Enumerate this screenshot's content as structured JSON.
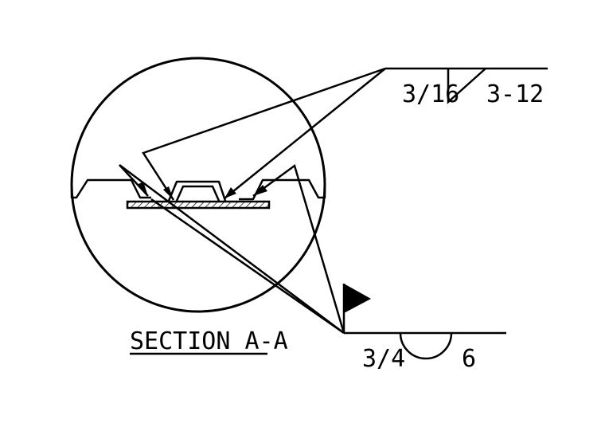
{
  "section_label": "SECTION A-A",
  "fillet_weld": {
    "size": "3/16",
    "length_pitch": "3-12"
  },
  "plug_weld": {
    "size": "3/4",
    "length": "6"
  },
  "colors": {
    "ink": "#000000",
    "paper": "#ffffff"
  }
}
